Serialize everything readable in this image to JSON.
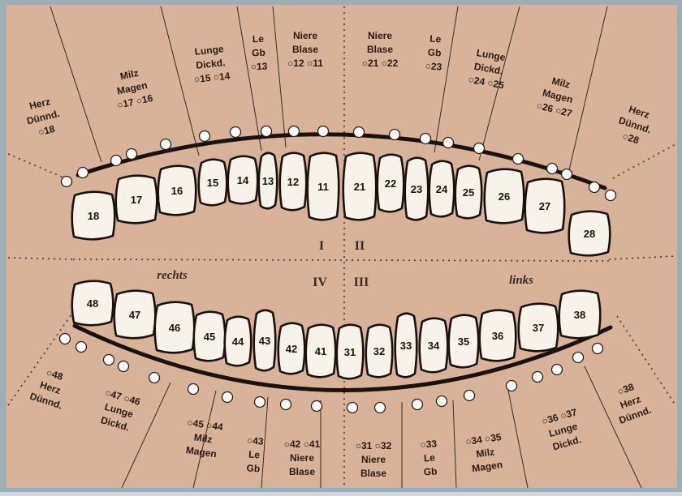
{
  "colors": {
    "background": "#d8b39a",
    "frame": "#8aa0a8",
    "tooth_fill": "#f7f3ea",
    "outline": "#1b1210"
  },
  "upper_zones": [
    {
      "lines": [
        "Herz",
        "Dünnd.",
        "○18"
      ]
    },
    {
      "lines": [
        "Milz",
        "Magen",
        "○17  ○16"
      ]
    },
    {
      "lines": [
        "Lunge",
        "Dickd.",
        "○15 ○14"
      ]
    },
    {
      "lines": [
        "Le",
        "Gb",
        "○13"
      ]
    },
    {
      "lines": [
        "Niere",
        "Blase",
        "○12 ○11"
      ]
    },
    {
      "lines": [
        "Niere",
        "Blase",
        "○21  ○22"
      ]
    },
    {
      "lines": [
        "Le",
        "Gb",
        "○23"
      ]
    },
    {
      "lines": [
        "Lunge",
        "Dickd.",
        "○24  ○25"
      ]
    },
    {
      "lines": [
        "Milz",
        "Magen",
        "○26   ○27"
      ]
    },
    {
      "lines": [
        "Herz",
        "Dünnd.",
        "○28"
      ]
    }
  ],
  "lower_zones": [
    {
      "lines": [
        "○48",
        "Herz",
        "Dünnd."
      ]
    },
    {
      "lines": [
        "○47  ○46",
        "Lunge",
        "Dickd."
      ]
    },
    {
      "lines": [
        "○45  ○44",
        "Milz",
        "Magen"
      ]
    },
    {
      "lines": [
        "○43",
        "Le",
        "Gb"
      ]
    },
    {
      "lines": [
        "○42 ○41",
        "Niere",
        "Blase"
      ]
    },
    {
      "lines": [
        "○31 ○32",
        "Niere",
        "Blase"
      ]
    },
    {
      "lines": [
        "○33",
        "Le",
        "Gb"
      ]
    },
    {
      "lines": [
        "○34  ○35",
        "Milz",
        "Magen"
      ]
    },
    {
      "lines": [
        "○36  ○37",
        "Lunge",
        "Dickd."
      ]
    },
    {
      "lines": [
        "○38",
        "Herz",
        "Dünnd."
      ]
    }
  ],
  "upper_teeth": [
    "18",
    "17",
    "16",
    "15",
    "14",
    "13",
    "12",
    "11",
    "21",
    "22",
    "23",
    "24",
    "25",
    "26",
    "27",
    "28"
  ],
  "lower_teeth": [
    "48",
    "47",
    "46",
    "45",
    "44",
    "43",
    "42",
    "41",
    "31",
    "32",
    "33",
    "34",
    "35",
    "36",
    "37",
    "38"
  ],
  "quadrants": {
    "q1": "I",
    "q2": "II",
    "q3": "III",
    "q4": "IV"
  },
  "sides": {
    "right": "rechts",
    "left": "links"
  }
}
